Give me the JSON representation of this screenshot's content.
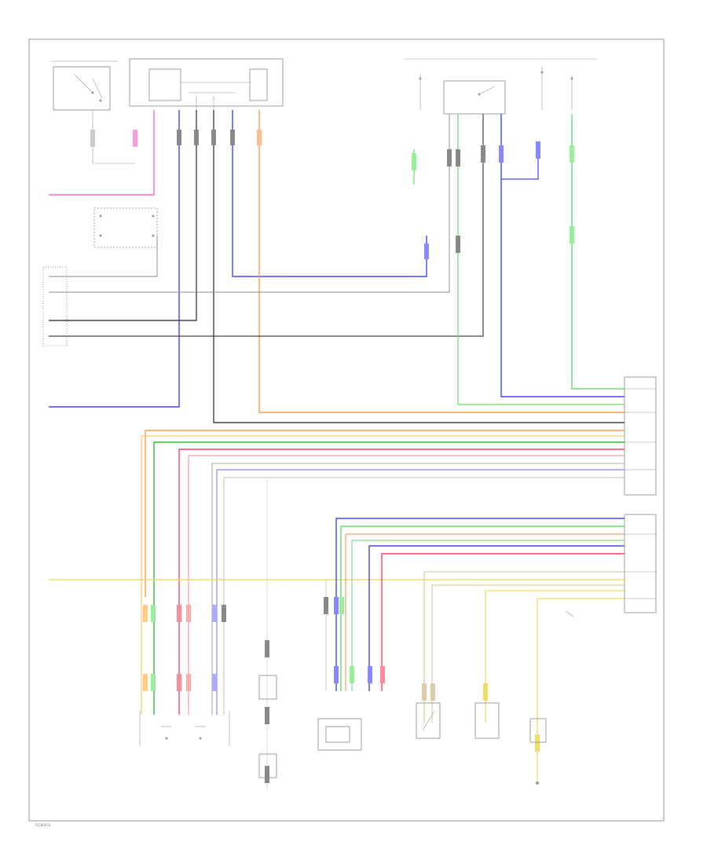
{
  "footer_code": "FIG00053",
  "colors": {
    "pink": "#ff66cc",
    "blue": "#4444ff",
    "blue_light": "#9999ff",
    "orange": "#ff9955",
    "green": "#66dd66",
    "green_dark": "#33bb33",
    "black": "#333333",
    "gray": "#888888",
    "red": "#ff4466",
    "pink_light": "#ffaaaa",
    "yellow": "#eedd66",
    "tan": "#ddccaa"
  },
  "wires": [
    {
      "name": "pink-wire",
      "color": "pink"
    },
    {
      "name": "blue-wire-left",
      "color": "blue"
    },
    {
      "name": "blue-wire-switch",
      "color": "blue"
    },
    {
      "name": "orange-wire",
      "color": "orange"
    },
    {
      "name": "black-wire-upper",
      "color": "black"
    },
    {
      "name": "black-wire-lower",
      "color": "black"
    },
    {
      "name": "green-wire-right",
      "color": "green"
    },
    {
      "name": "blue-wire-right",
      "color": "blue"
    },
    {
      "name": "orange-wire-low",
      "color": "orange"
    },
    {
      "name": "green-wire-low",
      "color": "green_dark"
    },
    {
      "name": "red-wire-low",
      "color": "red"
    },
    {
      "name": "pink-wire-low",
      "color": "pink_light"
    },
    {
      "name": "blue-wire-low",
      "color": "blue_light"
    },
    {
      "name": "yellow-wire-main",
      "color": "yellow"
    },
    {
      "name": "blue-wire-bundle",
      "color": "blue"
    },
    {
      "name": "green-wire-bundle",
      "color": "green"
    },
    {
      "name": "red-wire-bundle",
      "color": "red"
    },
    {
      "name": "tan-wire-bundle",
      "color": "tan"
    }
  ]
}
